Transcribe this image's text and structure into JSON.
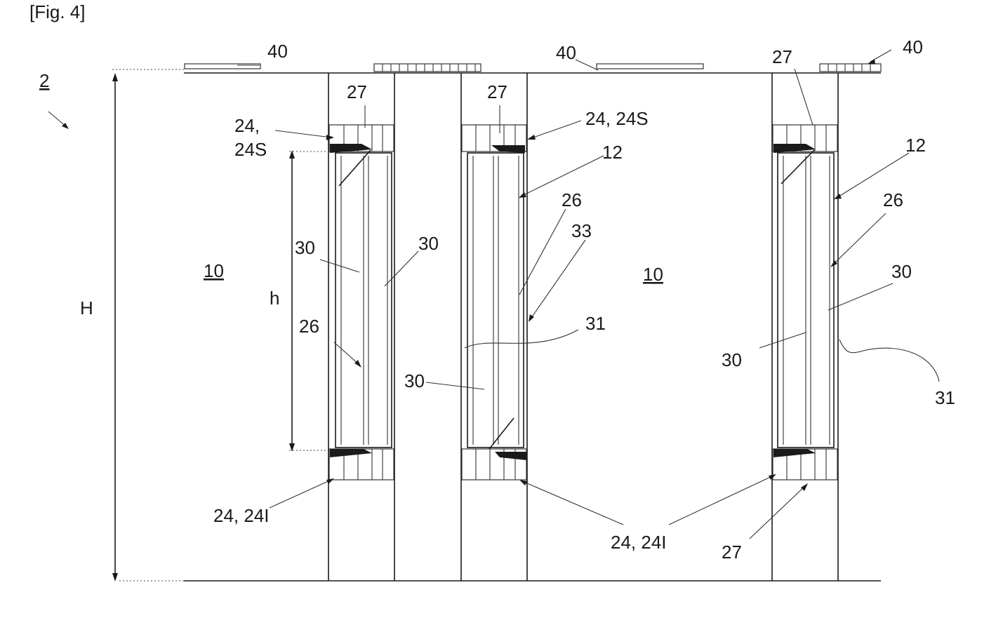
{
  "figure_label": "[Fig. 4]",
  "labels": {
    "assembly": "2",
    "height_total": "H",
    "height_panel": "h",
    "compartment": "10",
    "pillar": "12",
    "seal": "24",
    "seal_upper": "24, 24S",
    "seal_upper_line1": "24,",
    "seal_upper_line2": "24S",
    "seal_lower": "24, 24I",
    "membrane": "26",
    "clip": "27",
    "rib": "30",
    "edge": "31",
    "joint": "33",
    "cover": "40"
  }
}
